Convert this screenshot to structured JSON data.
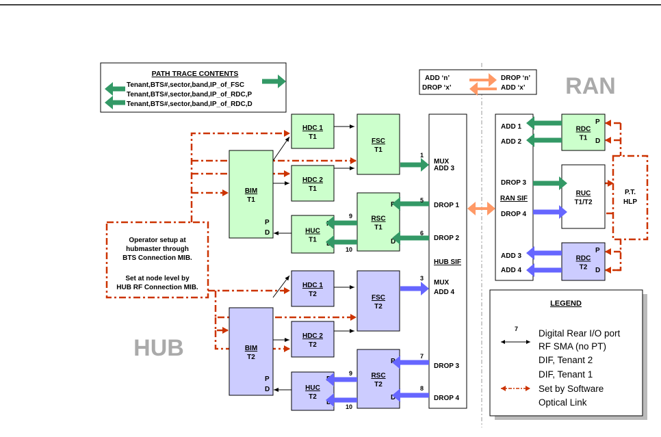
{
  "labels": {
    "ran": "RAN",
    "hub": "HUB",
    "hub_sif": "HUB SIF",
    "ran_sif": "RAN SIF",
    "pt_hlp_1": "P.T.",
    "pt_hlp_2": "HLP",
    "p": "P",
    "d": "D"
  },
  "path_trace": {
    "title": "PATH TRACE CONTENTS",
    "rows": [
      "Tenant,BTS#,sector,band,IP_of_FSC",
      "Tenant,BTS#,sector,band,IP_of_RDC,P",
      "Tenant,BTS#,sector,band,IP_of_RDC,D"
    ]
  },
  "add_drop_box": {
    "add_n": "ADD ‘n’",
    "drop_n": "DROP ‘n’",
    "drop_x": "DROP ‘x’",
    "add_x": "ADD ‘x’"
  },
  "operator_box": {
    "lines": [
      "Operator setup at",
      "hubmaster through",
      "BTS Connection MIB.",
      "",
      "Set at node level by",
      "HUB RF Connection MIB."
    ]
  },
  "modules": {
    "hdc1_t1": [
      "HDC 1",
      "T1"
    ],
    "hdc2_t1": [
      "HDC 2",
      "T1"
    ],
    "fsc_t1": [
      "FSC",
      "T1"
    ],
    "rsc_t1": [
      "RSC",
      "T1"
    ],
    "huc_t1": [
      "HUC",
      "T1"
    ],
    "bim_t1": [
      "BIM",
      "T1"
    ],
    "hdc1_t2": [
      "HDC 1",
      "T2"
    ],
    "hdc2_t2": [
      "HDC 2",
      "T2"
    ],
    "fsc_t2": [
      "FSC",
      "T2"
    ],
    "rsc_t2": [
      "RSC",
      "T2"
    ],
    "huc_t2": [
      "HUC",
      "T2"
    ],
    "bim_t2": [
      "BIM",
      "T2"
    ],
    "rdc_t1": [
      "RDC",
      "T1"
    ],
    "rdc_t2": [
      "RDC",
      "T2"
    ],
    "ruc": [
      "RUC",
      "T1/T2"
    ]
  },
  "hub_sif_ports": {
    "mux_add3": [
      "MUX",
      "ADD 3"
    ],
    "drop1": "DROP 1",
    "drop2": "DROP 2",
    "mux_add4": [
      "MUX",
      "ADD 4"
    ],
    "drop3": "DROP 3",
    "drop4": "DROP 4"
  },
  "ran_sif_ports": {
    "add1": "ADD 1",
    "add2": "ADD 2",
    "drop3": "DROP 3",
    "drop4": "DROP 4",
    "add3": "ADD 3",
    "add4": "ADD 4"
  },
  "port_numbers": {
    "n1": "1",
    "n5": "5",
    "n6": "6",
    "n9a": "9",
    "n10a": "10",
    "n3": "3",
    "n7": "7",
    "n8": "8",
    "n9b": "9",
    "n10b": "10"
  },
  "legend": {
    "title": "LEGEND",
    "port_num": "7",
    "items": [
      "Digital Rear I/O port",
      "RF SMA (no PT)",
      "DIF, Tenant 2",
      "DIF, Tenant 1",
      "Set by Software",
      "Optical Link"
    ]
  },
  "colors": {
    "tenant1_fill": "#ccffcc",
    "tenant2_fill": "#ccccff",
    "green_arrow": "#339966",
    "blue_arrow": "#6666ff",
    "red_dash": "#cc3300",
    "optical": "#ff9966",
    "grey_text": "#aaaaaa"
  }
}
